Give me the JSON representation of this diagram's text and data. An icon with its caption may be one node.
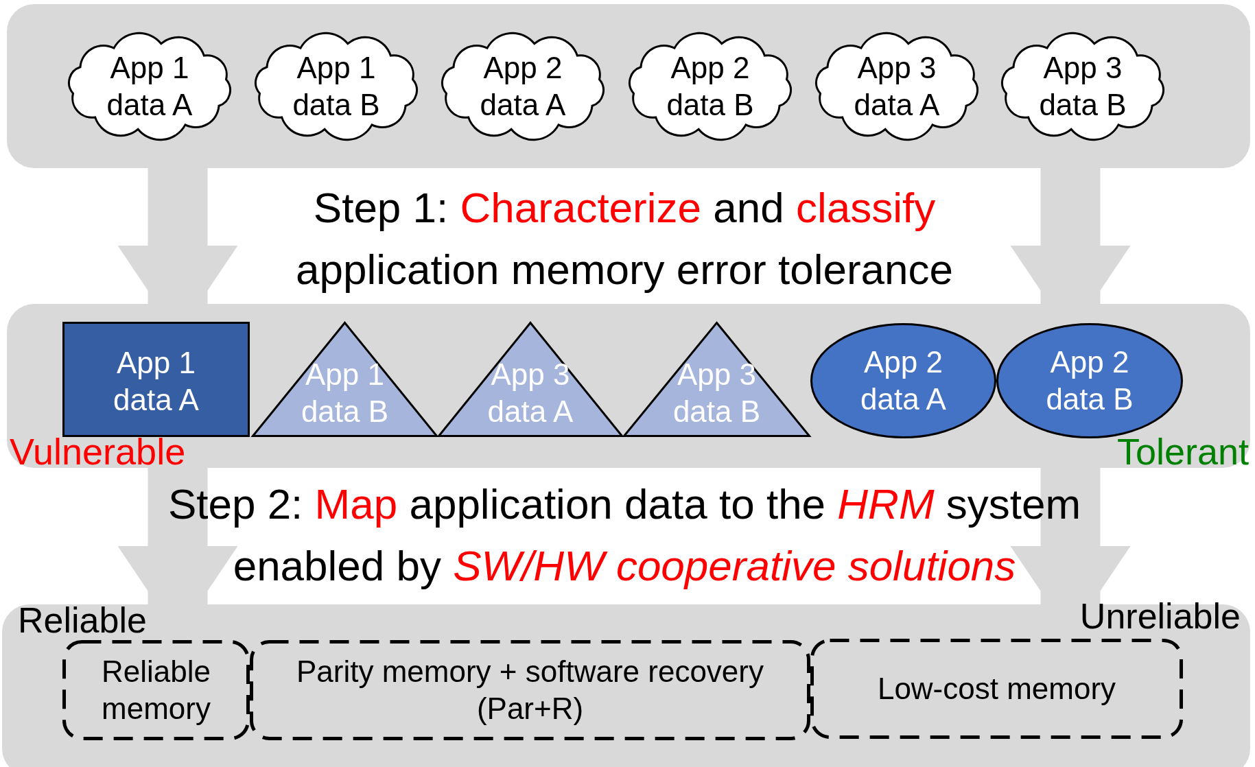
{
  "diagram": {
    "nodes": [
      {
        "text": [],
        "shape": "box"
      },
      {
        "text": [
          "App 1 data A"
        ],
        "in": 0
      },
      {
        "text": [
          "App 1 data B"
        ],
        "in": 0
      },
      {
        "text": [
          "App 2 data A"
        ],
        "in": 0
      },
      {
        "text": [
          "App 2 data B"
        ],
        "in": 0
      },
      {
        "text": [
          "App 3 data A"
        ],
        "in": 0
      },
      {
        "text": [
          "App 3 data B"
        ],
        "in": 0
      },
      {
        "text": [],
        "shape": "box"
      },
      {
        "text": [
          "App 1 data A"
        ],
        "in": 7
      },
      {
        "text": [
          "App 1 data B"
        ],
        "in": 7
      },
      {
        "text": [
          "App 3 data A"
        ],
        "in": 7
      },
      {
        "text": [
          "App 3 data B"
        ],
        "in": 7
      },
      {
        "text": [
          "App 2 data A"
        ],
        "in": 7
      },
      {
        "text": [
          "App 2 data B"
        ],
        "in": 7
      },
      {
        "text": [],
        "shape": "box"
      },
      {
        "text": [
          "Reliable memory"
        ],
        "in": 14
      },
      {
        "text": [
          "Parity memory + software recovery (Par+R)"
        ],
        "in": 14
      },
      {
        "text": [
          "Low-cost memory"
        ],
        "in": 14
      }
    ],
    "edges": [
      {
        "from": 0,
        "to": 7,
        "arrow": "to"
      },
      {
        "from": 0,
        "to": 7,
        "arrow": "to"
      },
      {
        "from": 7,
        "to": 14,
        "arrow": "to"
      },
      {
        "from": 7,
        "to": 14,
        "arrow": "to"
      }
    ],
    "labels": [
      "Step 1: **Characterize** and **classify** application memory error tolerance",
      "Vulnerable",
      "Tolerant",
      "Step 2: **Map** application data to the *HRM* system enabled by *SW/HW cooperative solutions*",
      "Reliable",
      "Unreliable"
    ]
  }
}
